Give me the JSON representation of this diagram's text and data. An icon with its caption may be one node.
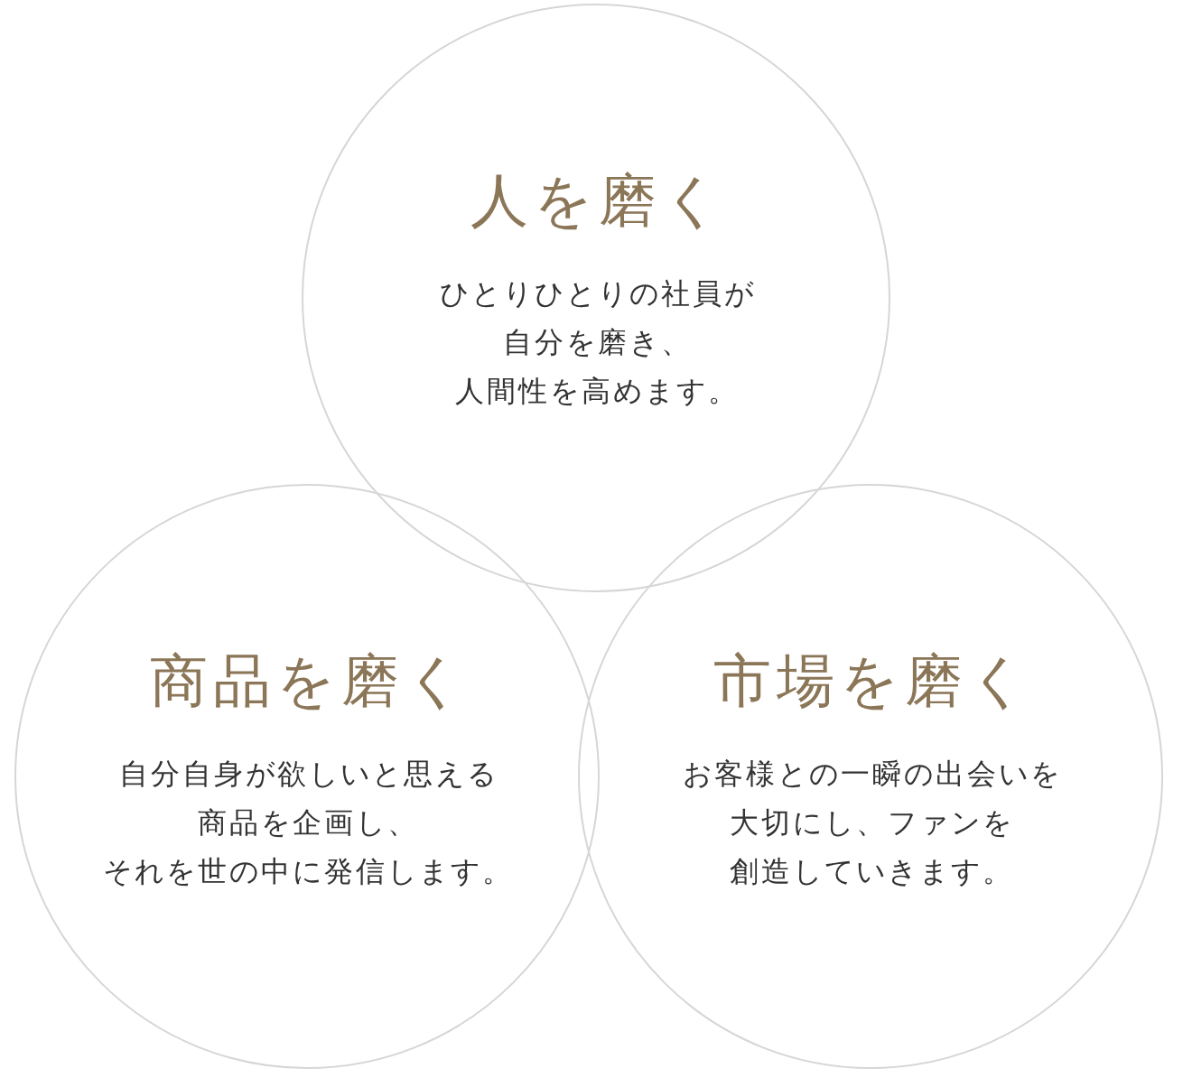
{
  "diagram": {
    "nodes": [
      {
        "text": [
          "人を磨く",
          "ひとりひとりの社員が自分を磨き、人間性を高めます。"
        ]
      },
      {
        "text": [
          "商品を磨く",
          "自分自身が欲しいと思える商品を企画し、それを世の中に発信します。"
        ]
      },
      {
        "text": [
          "市場を磨く",
          "お客様との一瞬の出会いを大切にし、ファンを創造していきます。"
        ]
      }
    ]
  }
}
